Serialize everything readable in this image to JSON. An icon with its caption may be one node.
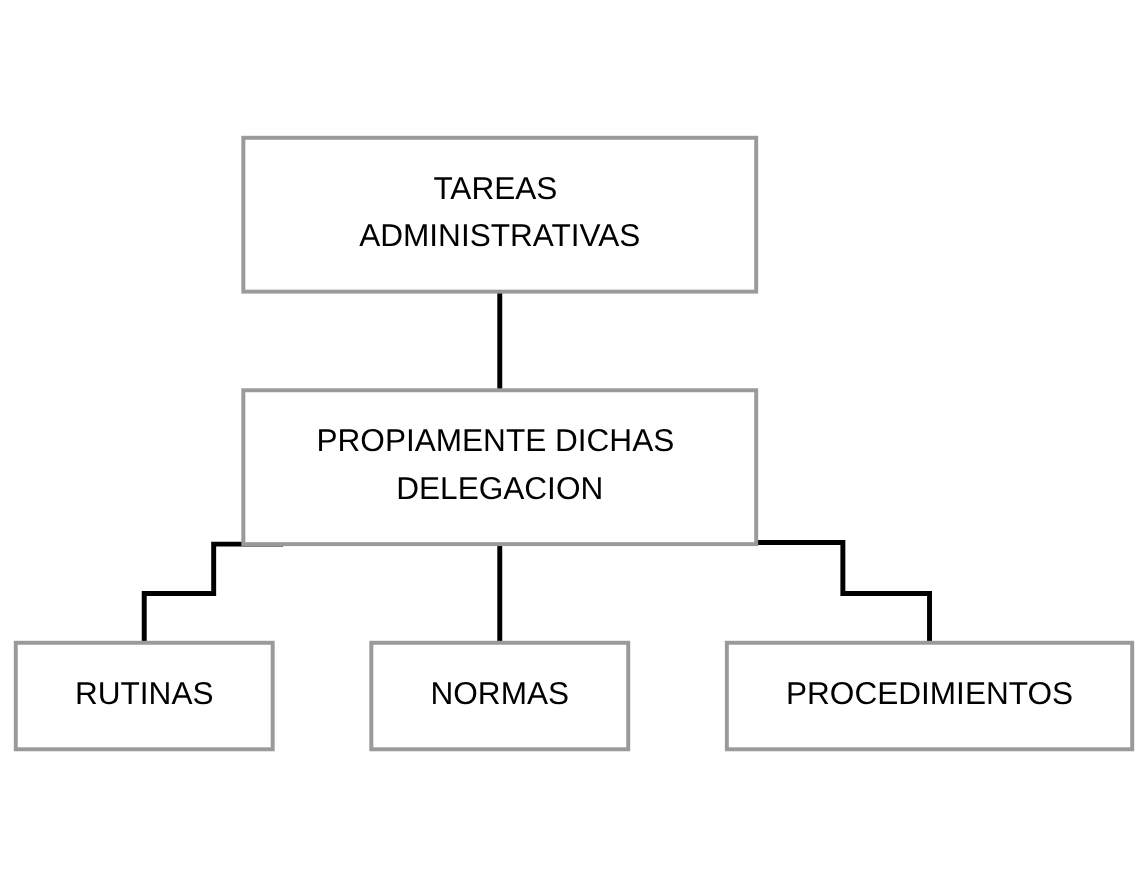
{
  "diagram": {
    "nodes": [
      {
        "text": [
          "TAREAS ADMINISTRATIVAS"
        ]
      },
      {
        "text": [
          "PROPIAMENTE DICHAS DELEGACION"
        ]
      },
      {
        "text": [
          "RUTINAS"
        ]
      },
      {
        "text": [
          "NORMAS"
        ]
      },
      {
        "text": [
          "PROCEDIMIENTOS"
        ]
      }
    ],
    "edges": [
      {
        "from": 0,
        "to": 1,
        "arrow": "none"
      },
      {
        "from": 1,
        "to": 2,
        "arrow": "none"
      },
      {
        "from": 1,
        "to": 3,
        "arrow": "none"
      },
      {
        "from": 1,
        "to": 4,
        "arrow": "none"
      }
    ]
  }
}
